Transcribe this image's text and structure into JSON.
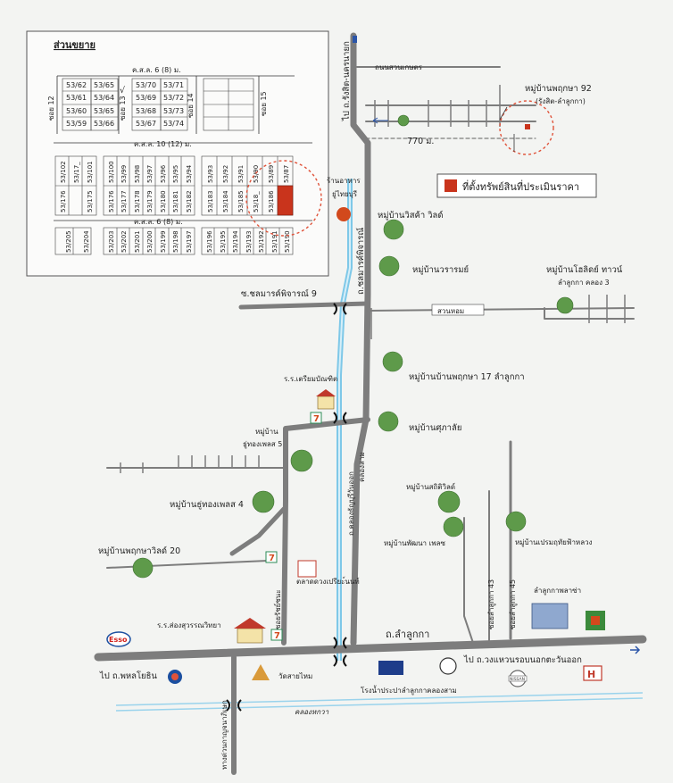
{
  "inset": {
    "title": "ส่วนขยาย",
    "soi_left": "ซอย 12",
    "soi_mid1": "ซอย 13",
    "soi_mid2": "ซอย 14",
    "soi_right": "ซอย 15",
    "road_top": "ค.ส.ล. 6 (8) ม.",
    "road_mid": "ค.ส.ล. 10 (12) ม.",
    "road_bottom": "ค.ส.ล. 6 (8) ม.",
    "check_mark": "√",
    "block_a": [
      "53/62",
      "53/61",
      "53/60",
      "53/59"
    ],
    "block_b": [
      "53/65",
      "53/64",
      "53/65",
      "53/66"
    ],
    "block_c": [
      "53/70",
      "53/69",
      "53/68",
      "53/67"
    ],
    "block_d": [
      "53/71",
      "53/72",
      "53/73",
      "53/74"
    ],
    "row_upper_left": [
      "53/102",
      "53/17_",
      "53/101"
    ],
    "row_upper_mid": [
      "53/100",
      "53/99",
      "53/98",
      "53/97",
      "53/96",
      "53/95",
      "53/94"
    ],
    "row_upper_right": [
      "53/93",
      "53/92",
      "53/91",
      "53/90",
      "53/89",
      "53/87"
    ],
    "row_lower_left": [
      "53/176",
      "53/175"
    ],
    "row_lower_mid": [
      "53/176",
      "53/177",
      "53/178",
      "53/179",
      "53/180",
      "53/181",
      "53/182"
    ],
    "row_lower_right": [
      "53/183",
      "53/184",
      "53/185",
      "53/18_",
      "53/186"
    ],
    "row_bottom_left": [
      "53/205",
      "53/204"
    ],
    "row_bottom_mid": [
      "53/203",
      "53/202",
      "53/201",
      "53/200",
      "53/199",
      "53/198",
      "53/197"
    ],
    "row_bottom_right": [
      "53/196",
      "53/195",
      "53/194",
      "53/193",
      "53/192",
      "53/191",
      "53/190"
    ]
  },
  "roads": {
    "rangsit_nakhonnayok": "ไป ถ.รังสิต-นครนายก",
    "chonmarkphichan": "ถ.ชลมารค์พิจารณ์",
    "soi_chonmark": "ซ.ชลมารค์พิจารณ์ 9",
    "thanon_suan_kaset": "ถนนสวนเกษตร",
    "distance": "770 ม.",
    "suan_hom": "สวนหอม",
    "klong_thanyaburi": "ถ.คลองธัญบุรีวันออก",
    "klong_sam": "คลองสาม",
    "lam_luk_ka": "ถ.ลำลูกกา",
    "to_phahonyothin": "ไป ถ.พหลโยธิน",
    "to_ring_road": "ไป ถ.วงแหวนรอบนอกตะวันออก",
    "klong_canal": "คลองหกวา",
    "soi_43": "ซอยลำลูกกา 43",
    "soi_45": "ซอยลำลูกกา 45",
    "rangsit_nakhon": "ซอยรัชย์ชนะ",
    "exp_way": "ทางด่วนกาญจนาภิเษก"
  },
  "places": {
    "village_pruksa92": "หมู่บ้านพฤกษา 92",
    "village_pruksa92_sub": "(รังสิต-ลำลูกกา)",
    "legend_label": "ที่ตั้งทรัพย์สินที่ประเมินราคา",
    "restaurant": "ร้านอาหาร",
    "restaurant_name": "ยู่ไทยบุรี",
    "village_wisakorn": "หมู่บ้านวิสค้า วิลด์",
    "village_raman": "หมู่บ้านวรารมย์",
    "village_holiday": "หมู่บ้านโฮลิดย์ ทาวน์",
    "village_holiday_sub": "ลำลูกกา คลอง 3",
    "village_pruksa17": "หมู่บ้านบ้านพฤกษา 17 ลำลูกกา",
    "school_triam": "ร.ร.เตรียมบัณฑิต",
    "village_supalai": "หมู่บ้านศุภาลัย",
    "village_thongpol5": "หมู่บ้าน",
    "village_thongpol5_sub": "ธู่ทองเพลส 5",
    "village_thongpol4": "หมู่บ้านธู่ทองเพลส 4",
    "village_sathit": "หมู่บ้านสถิติวิลด์",
    "village_pruksaville20": "หมู่บ้านพฤกษาวิลด์ 20",
    "village_phatthana": "หมู่บ้านพัฒนา เพลซ",
    "village_premprecha": "หมู่บ้านเปรมฤทัยฟ้าหลวง",
    "market": "ตลาดดวงเปรียะ์นนท์",
    "lamlukka_plaza": "ลำลูกกาพลาซ่า",
    "school_songsuwan": "ร.ร.ส่องสุวรรณวิทยา",
    "temple": "วัดสายไหม",
    "water_plant": "โรงน้ำประปาลำลูกกาคลองสาม",
    "seven_eleven": "7",
    "brand_esso": "Esso",
    "brand_nissan": "NISSAN"
  },
  "colors": {
    "road": "#7d7d7d",
    "canal": "#7ec8e8",
    "marker": "#c9341c",
    "circle": "#e0533a"
  }
}
